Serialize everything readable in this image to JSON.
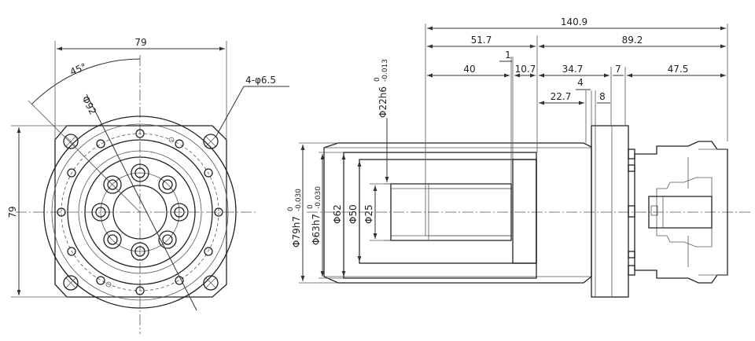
{
  "front_view": {
    "dim_width": "79",
    "dim_height": "79",
    "dim_angle": "45°",
    "dim_pcd": "Φ92",
    "dim_holes": "4-φ6.5"
  },
  "side_view": {
    "dim_overall": "140.9",
    "dim_a": "51.7",
    "dim_b": "89.2",
    "dim_c": "40",
    "dim_d": "1",
    "dim_e": "10.7",
    "dim_f": "34.7",
    "dim_g": "7",
    "dim_h": "47.5",
    "dim_i": "4",
    "dim_j": "22.7",
    "dim_k": "8",
    "shaft_label": "Φ22h6",
    "shaft_tol_upper": "0",
    "shaft_tol_lower": "-0.013",
    "flange_label": "Φ79h7",
    "flange_tol_upper": "0",
    "flange_tol_lower": "-0.030",
    "pilot_label": "Φ63h7",
    "pilot_tol_upper": "0",
    "pilot_tol_lower": "-0.030",
    "dia_62": "Φ62",
    "dia_50": "Φ50",
    "dia_25": "Φ25"
  }
}
